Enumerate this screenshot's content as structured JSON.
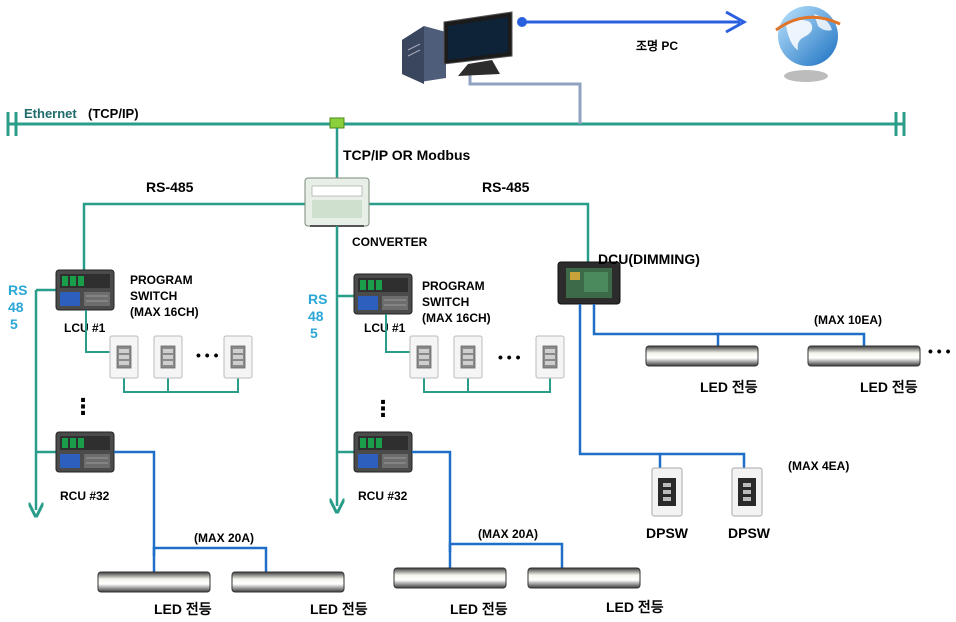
{
  "network": {
    "ethernet_label_a": "Ethernet",
    "ethernet_label_b": "(TCP/IP)",
    "pc_label": "조명 PC",
    "tcpip_modbus": "TCP/IP OR Modbus",
    "rs485_left": "RS-485",
    "rs485_right": "RS-485",
    "converter": "CONVERTER"
  },
  "vertical_rs485": {
    "line1": "RS",
    "line2": "48",
    "line3": "5"
  },
  "left_branch": {
    "program_line1": "PROGRAM",
    "program_line2": "SWITCH",
    "program_line3": "(MAX 16CH)",
    "lcu": "LCU #1",
    "rcu": "RCU #32",
    "max_current": "(MAX 20A)",
    "led1": "LED 전등",
    "led2": "LED 전등",
    "dots": "•  •  •",
    "vdots": "⋮"
  },
  "middle_branch": {
    "program_line1": "PROGRAM",
    "program_line2": "SWITCH",
    "program_line3": "(MAX 16CH)",
    "lcu": "LCU #1",
    "rcu": "RCU #32",
    "max_current": "(MAX 20A)",
    "led1": "LED 전등",
    "led2": "LED 전등",
    "dots": "•  •  •",
    "vdots": "⋮"
  },
  "right_branch": {
    "dcu": "DCU(DIMMING)",
    "max_lamps": "(MAX 10EA)",
    "led1": "LED 전등",
    "led2": "LED 전등",
    "dots": "•  •  •",
    "max_switches": "(MAX 4EA)",
    "dpsw1": "DPSW",
    "dpsw2": "DPSW"
  },
  "colors": {
    "bus_teal": "#2a9c8a",
    "blue_wire": "#1f6fc9",
    "arrow_blue": "#2a5fe0",
    "rs485_blue": "#2aa7d6"
  }
}
